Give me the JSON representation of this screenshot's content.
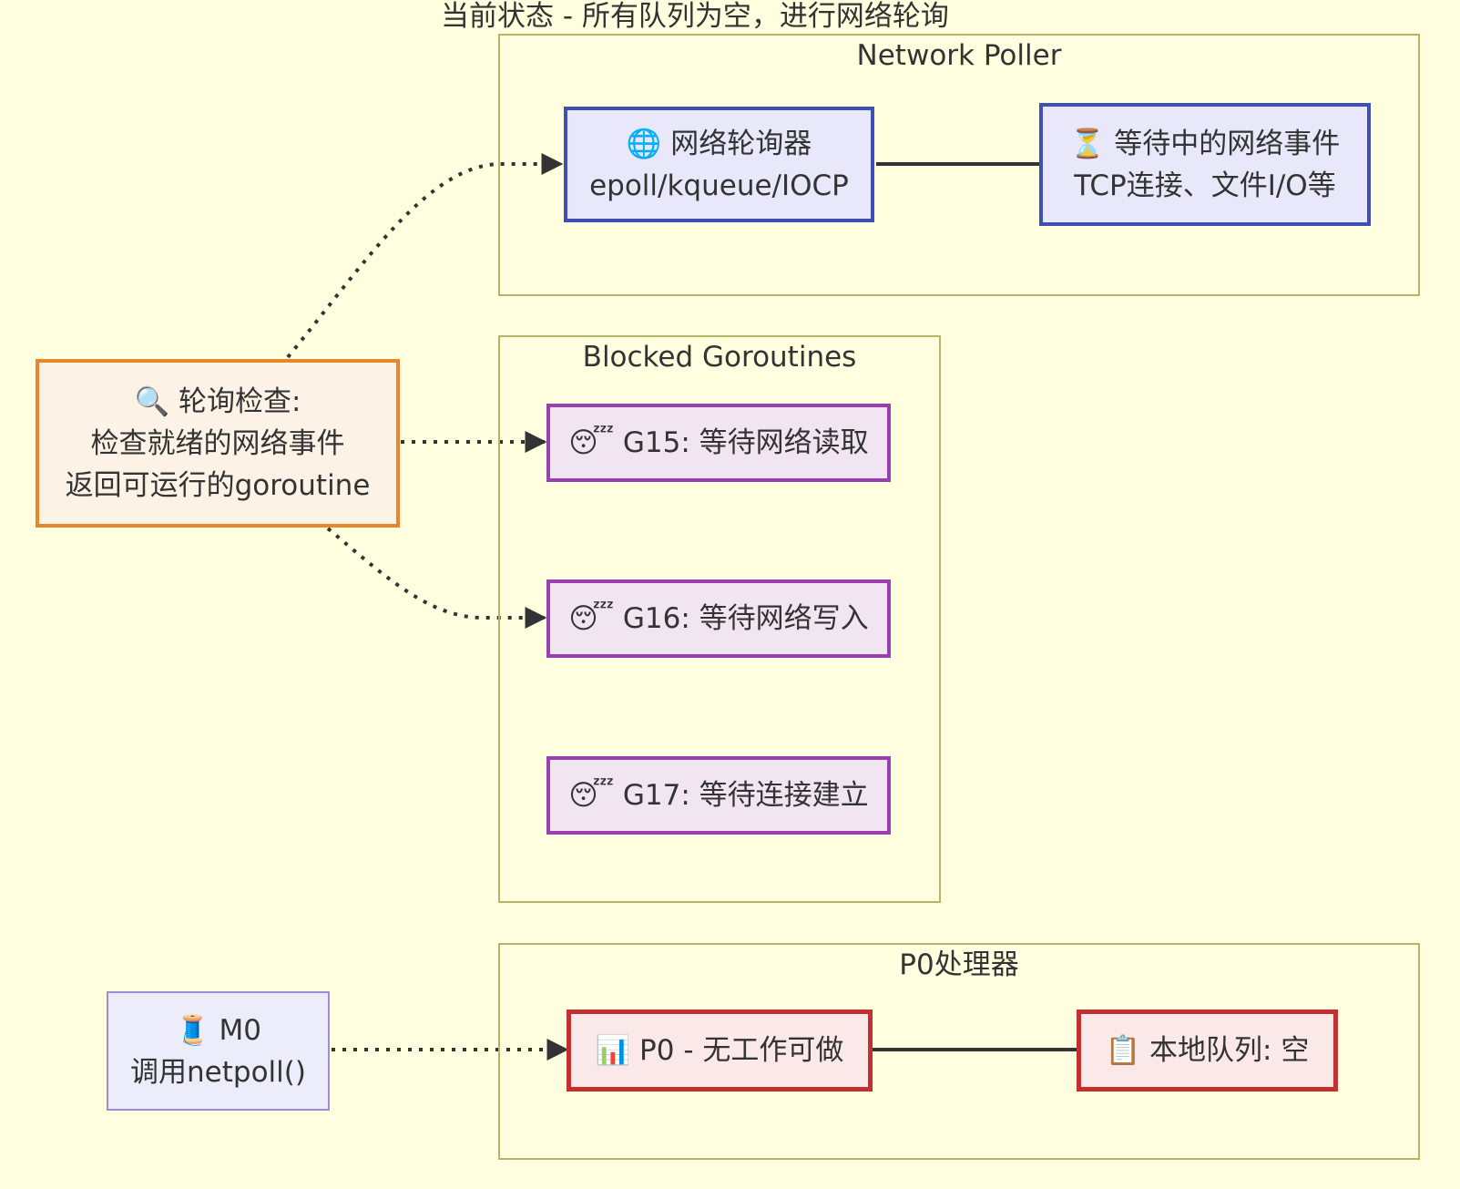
{
  "title": "当前状态 - 所有队列为空，进行网络轮询",
  "colors": {
    "background": "#ffffdf",
    "cluster_border": "#b5b56a",
    "poller_fill": "#e8e8fa",
    "poller_border": "#3f4fb5",
    "blocked_fill": "#f2e5f2",
    "blocked_border": "#9a3fb0",
    "processor_fill": "#fbe9e9",
    "processor_border": "#c2302f",
    "check_fill": "#fdf2e6",
    "check_border": "#e8862e",
    "thread_fill": "#ececfb",
    "thread_border": "#9c8ddc"
  },
  "clusters": {
    "network_poller": {
      "label": "Network Poller"
    },
    "blocked_goroutines": {
      "label": "Blocked Goroutines"
    },
    "p0_processor": {
      "label": "P0处理器"
    }
  },
  "nodes": {
    "poller": {
      "icon": "globe-icon",
      "line1": "🌐 网络轮询器",
      "line2": "epoll/kqueue/IOCP"
    },
    "waiting_events": {
      "icon": "hourglass-icon",
      "line1": "⏳ 等待中的网络事件",
      "line2": "TCP连接、文件I/O等"
    },
    "poll_check": {
      "icon": "magnifier-icon",
      "line1": "🔍 轮询检查:",
      "line2": "检查就绪的网络事件",
      "line3": "返回可运行的goroutine"
    },
    "g15": {
      "icon": "sleepy-face-icon",
      "label": "😴 G15: 等待网络读取"
    },
    "g16": {
      "icon": "sleepy-face-icon",
      "label": "😴 G16: 等待网络写入"
    },
    "g17": {
      "icon": "sleepy-face-icon",
      "label": "😴 G17: 等待连接建立"
    },
    "m0": {
      "icon": "thread-spool-icon",
      "line1": "🧵 M0",
      "line2": "调用netpoll()"
    },
    "p0": {
      "icon": "bar-chart-icon",
      "label": "📊 P0 - 无工作可做"
    },
    "local_queue": {
      "icon": "clipboard-icon",
      "label": "📋 本地队列: 空"
    }
  },
  "edges": [
    {
      "from": "poll_check",
      "to": "poller",
      "style": "dotted-arrow"
    },
    {
      "from": "poll_check",
      "to": "g15",
      "style": "dotted-arrow"
    },
    {
      "from": "poll_check",
      "to": "g16",
      "style": "dotted-arrow"
    },
    {
      "from": "m0",
      "to": "p0",
      "style": "dotted-arrow"
    },
    {
      "from": "poller",
      "to": "waiting_events",
      "style": "solid-line"
    },
    {
      "from": "p0",
      "to": "local_queue",
      "style": "solid-line"
    }
  ]
}
